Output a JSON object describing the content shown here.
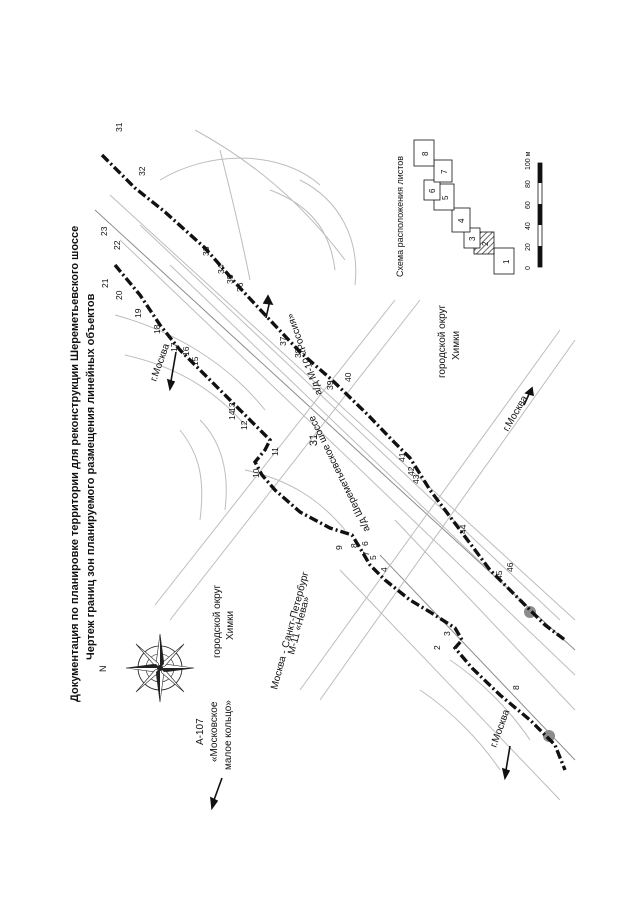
{
  "page_number": "31",
  "title_lines": [
    "Документация по планировке территории для реконструкции Шереметьевского шоссе",
    "Чертеж границ зон планируемого размещения линейных объектов"
  ],
  "compass": {
    "north_label": "N",
    "icon": "compass-rose-icon"
  },
  "roads": {
    "a107": [
      "А-107",
      "«Московское",
      "малое кольцо»"
    ],
    "m11": [
      "М-11 «Нева»",
      "Москва - Санкт-Петербург"
    ],
    "m10": "а/д М-10 «Россия»",
    "sheremetevskoe": "а/д Шереметьевское шоссе"
  },
  "directions": {
    "moscow_top": "г.Москва",
    "moscow_bottom": "г.Москва",
    "moscow_right": "г.Москва"
  },
  "districts": {
    "himki_left": [
      "городской округ",
      "Химки"
    ],
    "himki_right": [
      "городской округ",
      "Химки"
    ]
  },
  "boundary_points": [
    "2",
    "3",
    "4",
    "5",
    "6",
    "7",
    "8",
    "9",
    "10",
    "11",
    "12",
    "13",
    "14",
    "15",
    "16",
    "17",
    "18",
    "19",
    "20",
    "21",
    "22",
    "23",
    "31",
    "32",
    "33",
    "34",
    "35",
    "36",
    "37",
    "38",
    "39",
    "40",
    "41",
    "42",
    "43",
    "44",
    "45",
    "46",
    "8"
  ],
  "sheet_scheme": {
    "title": "Схема расположения листов",
    "sheets": [
      "1",
      "2",
      "3",
      "4",
      "5",
      "6",
      "7",
      "8"
    ],
    "active_sheet": "2"
  },
  "scale_bar": {
    "ticks": [
      "0",
      "20",
      "40",
      "60",
      "80",
      "100 м"
    ]
  },
  "colors": {
    "boundary": "#111111",
    "roads": "#bdbdbd",
    "hatch": "#555555"
  }
}
